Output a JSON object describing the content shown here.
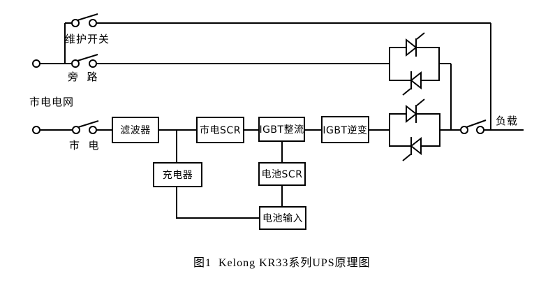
{
  "diagram": {
    "caption": "图1  Kelong KR33系列UPS原理图",
    "labels": {
      "maintenance_switch": "维护开关",
      "bypass": "旁  路",
      "mains_grid": "市电电网",
      "mains_switch": "市  电",
      "load": "负载"
    },
    "blocks": {
      "filter": "滤波器",
      "mains_scr": "市电SCR",
      "igbt_rectifier": "IGBT整流",
      "igbt_inverter": "IGBT逆变",
      "charger": "充电器",
      "battery_scr": "电池SCR",
      "battery_input": "电池输入"
    },
    "colors": {
      "line": "#000000",
      "background": "#ffffff"
    }
  }
}
